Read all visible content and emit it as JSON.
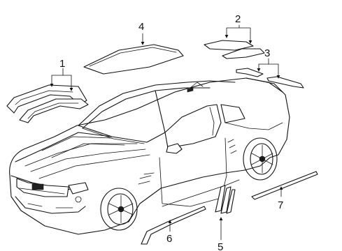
{
  "callouts": [
    {
      "id": "c1",
      "label": "1"
    },
    {
      "id": "c2",
      "label": "2"
    },
    {
      "id": "c3",
      "label": "3"
    },
    {
      "id": "c4",
      "label": "4"
    },
    {
      "id": "c5",
      "label": "5"
    },
    {
      "id": "c6",
      "label": "6"
    },
    {
      "id": "c7",
      "label": "7"
    }
  ],
  "colors": {
    "line": "#111111",
    "background": "#ffffff"
  }
}
